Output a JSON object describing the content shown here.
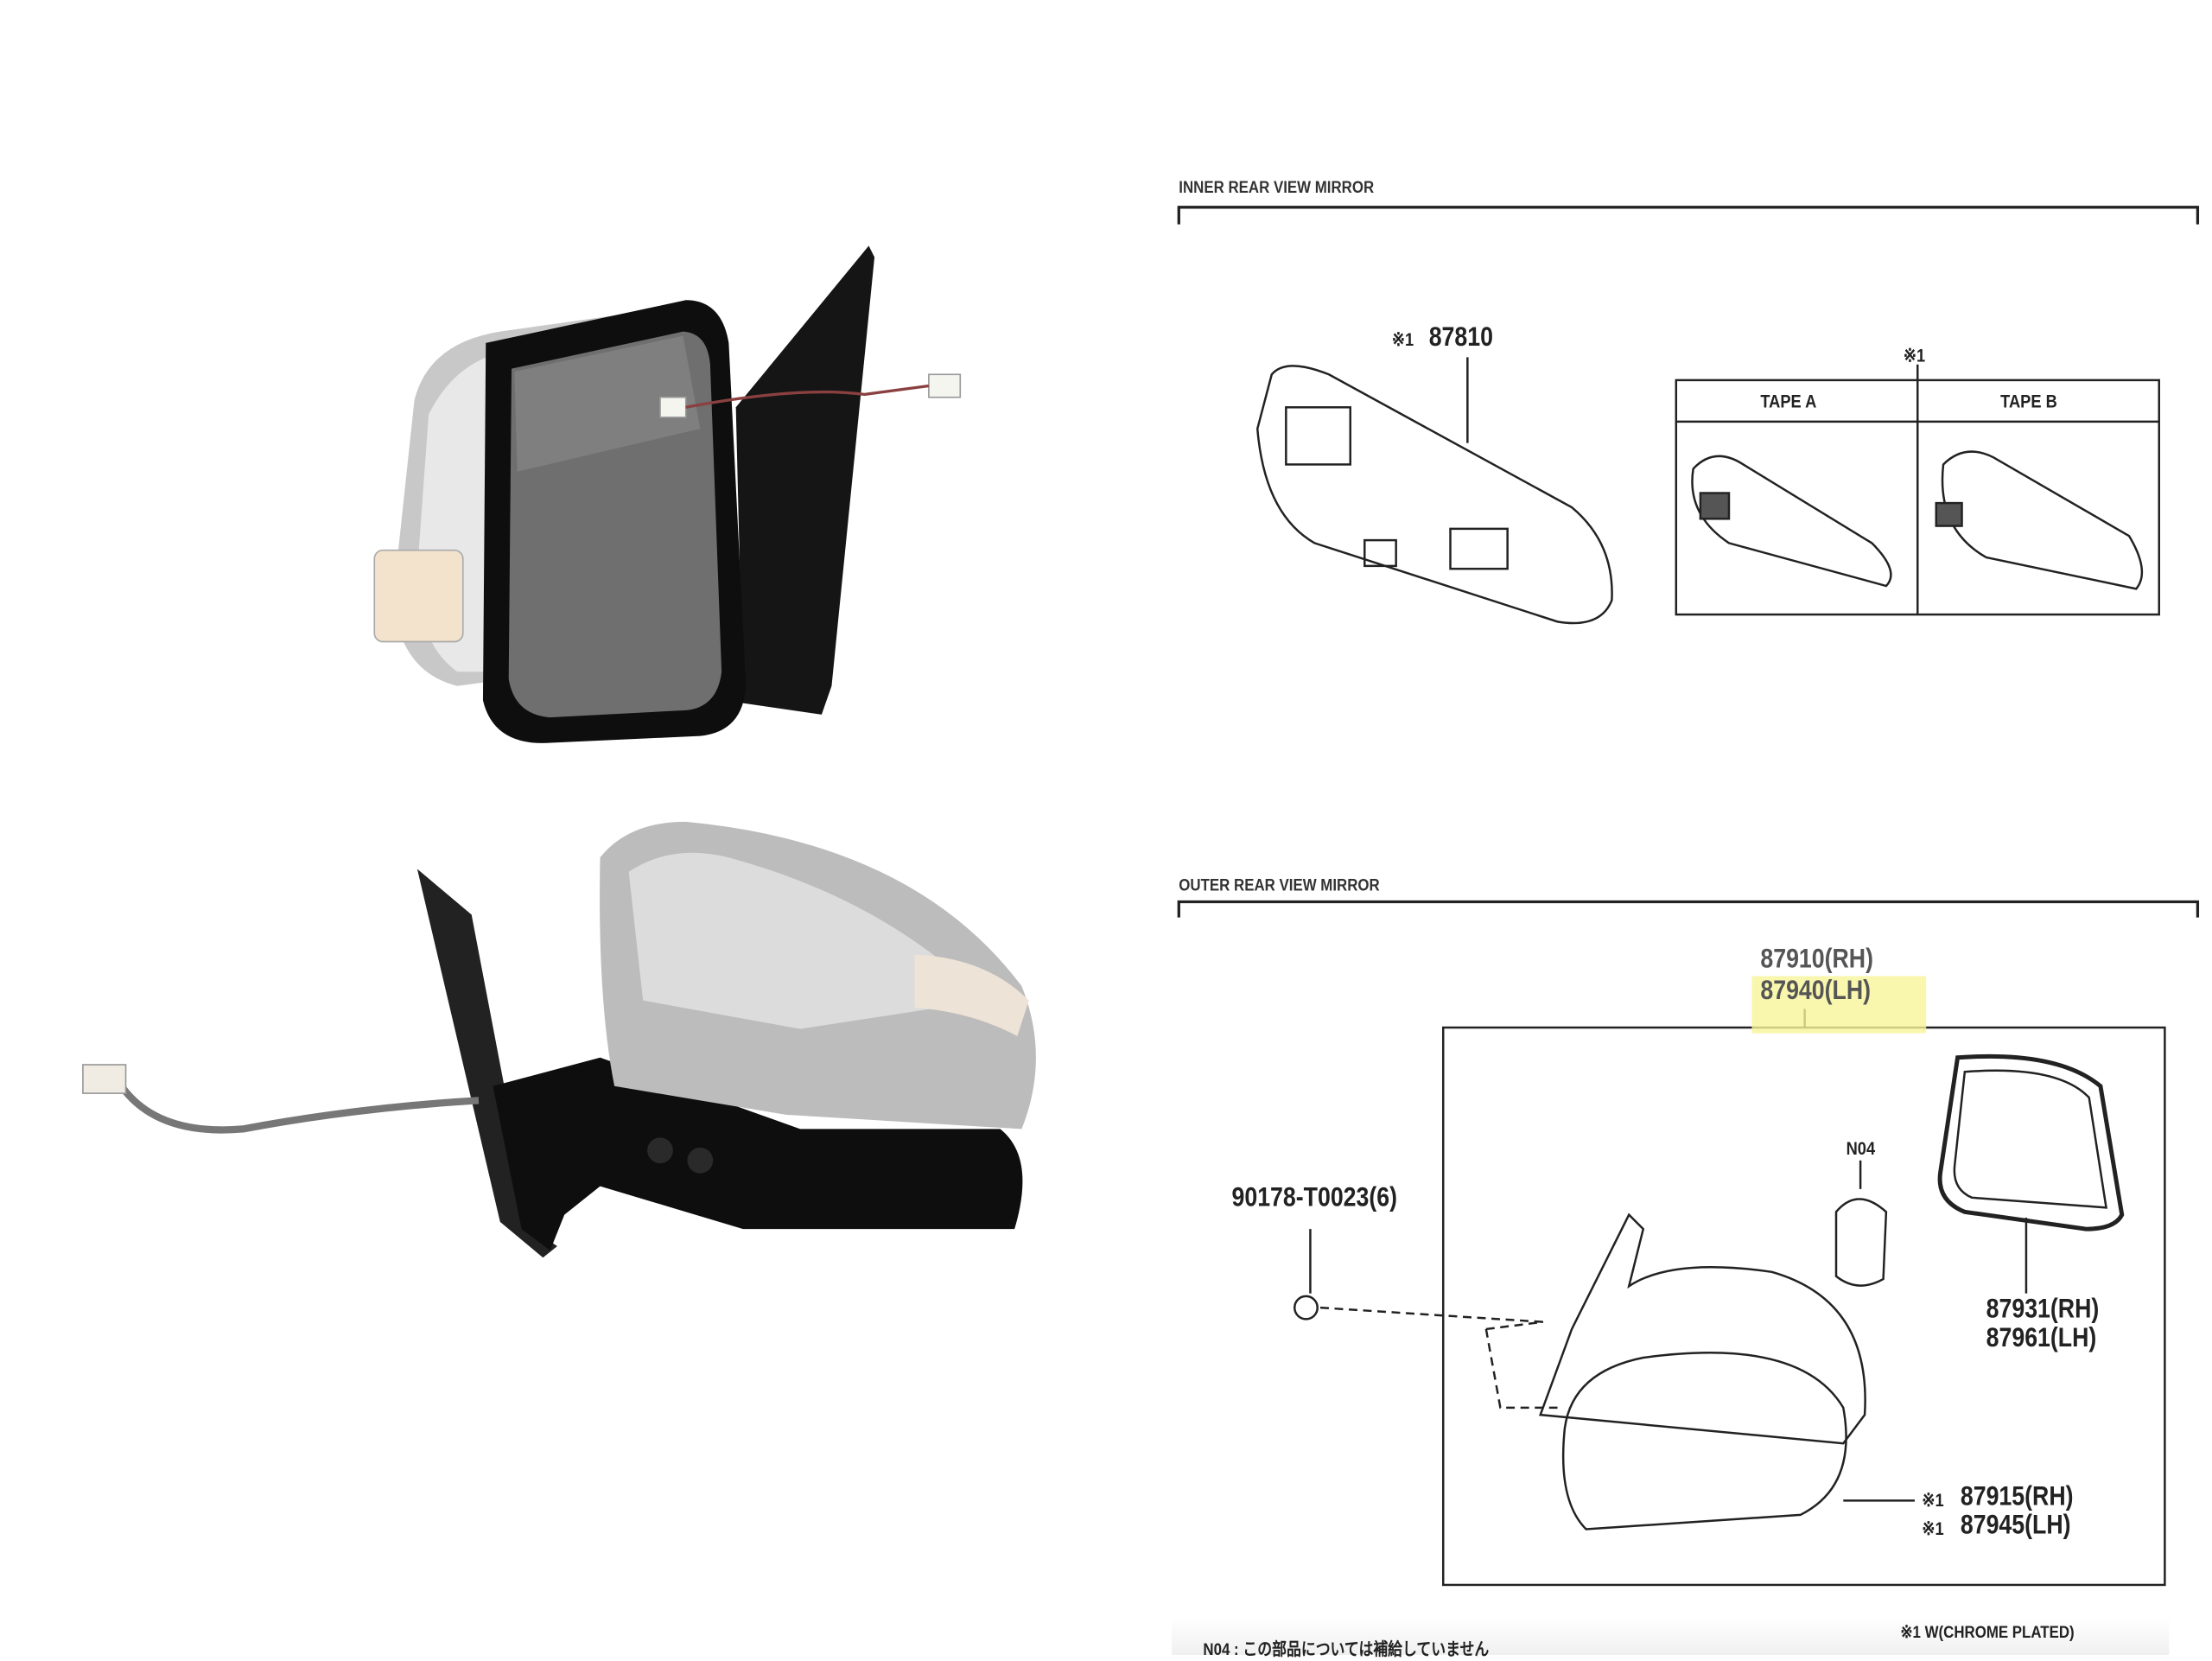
{
  "colors": {
    "highlight": "#f7f59a",
    "line": "#222222",
    "chrome": "#b8b8b8",
    "black": "#111111"
  },
  "inner": {
    "section_title": "INNER REAR VIEW MIRROR",
    "part_marker": "※1",
    "part_number": "87810",
    "group_marker": "※1",
    "tape_a": "TAPE A",
    "tape_b": "TAPE B"
  },
  "outer": {
    "section_title": "OUTER REAR VIEW MIRROR",
    "assembly_rh": "87910(RH)",
    "assembly_lh": "87940(LH)",
    "screw": "90178-T0023(6)",
    "n04": "N04",
    "glass_rh": "87931(RH)",
    "glass_lh": "87961(LH)",
    "cover_marker": "※1",
    "cover_rh": "87915(RH)",
    "cover_lh": "87945(LH)"
  },
  "footer": {
    "note_n04": "N04 : この部品については補給していません",
    "note_chrome": "※1 W(CHROME PLATED)"
  }
}
